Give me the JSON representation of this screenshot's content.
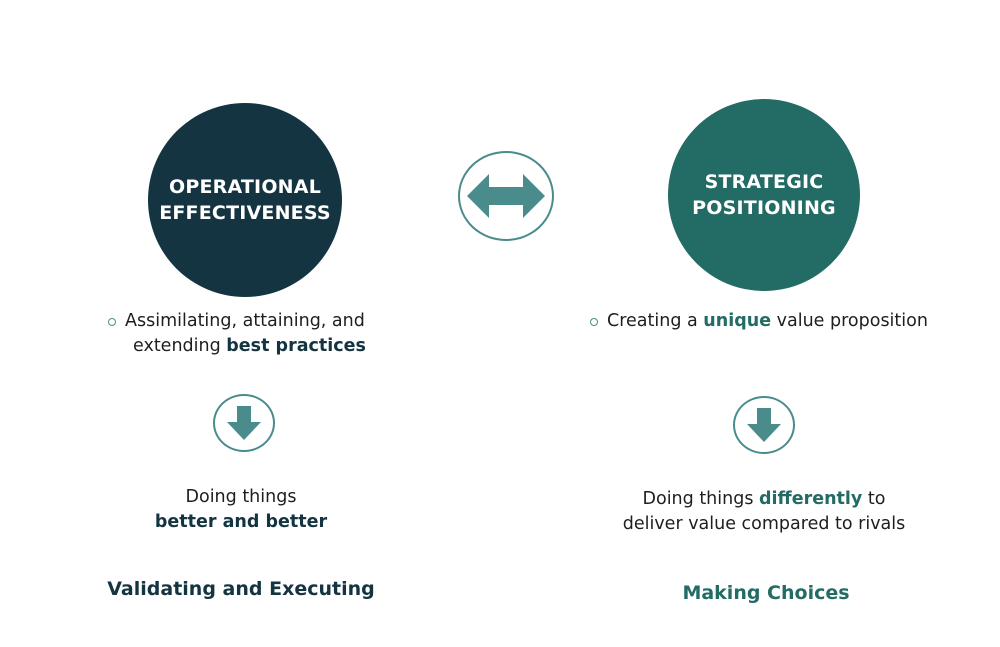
{
  "left": {
    "circle_line1": "OPERATIONAL",
    "circle_line2": "EFFECTIVENESS",
    "bullet_line1": "Assimilating, attaining, and",
    "bullet_line2_pre": "extending ",
    "bullet_line2_bold": "best practices",
    "result_line1": "Doing things",
    "result_line2_bold": "better and better",
    "caption": "Validating and Executing"
  },
  "right": {
    "circle_line1": "STRATEGIC",
    "circle_line2": "POSITIONING",
    "bullet_pre": "Creating a ",
    "bullet_bold": "unique",
    "bullet_post": " value proposition",
    "result_line1_pre": "Doing things ",
    "result_line1_bold": "differently",
    "result_line1_post": " to",
    "result_line2": "deliver value compared to rivals",
    "caption": "Making Choices"
  },
  "icons": {
    "center": "double-arrow-icon",
    "left_down": "down-arrow-icon",
    "right_down": "down-arrow-icon"
  },
  "colors": {
    "dark_navy": "#133440",
    "teal": "#236b65",
    "icon_teal": "#4a8b8b",
    "background": "#ffffff"
  }
}
